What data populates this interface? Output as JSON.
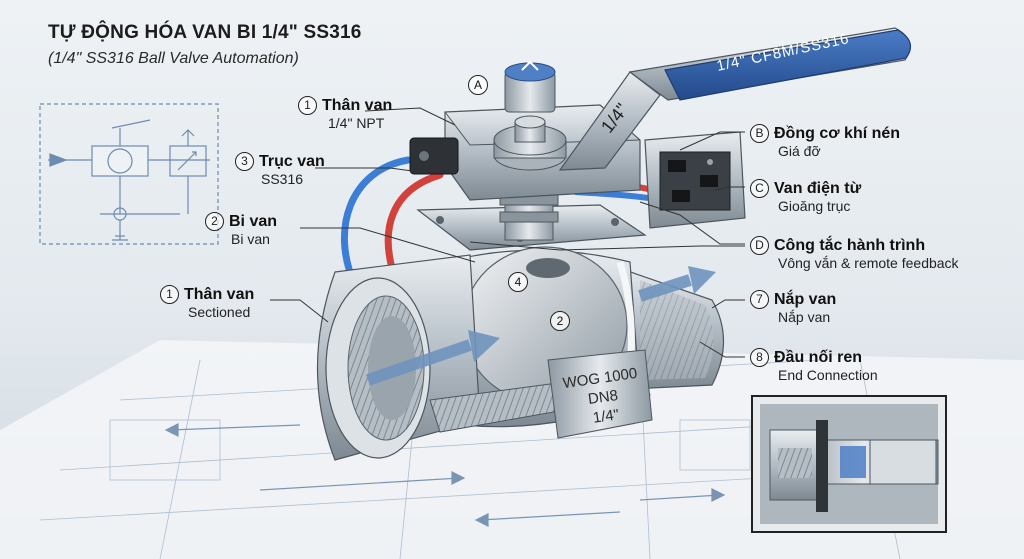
{
  "title": "TỰ ĐỘNG HÓA VAN BI 1/4\" SS316",
  "subtitle": "(1/4\" SS316 Ball Valve Automation)",
  "handle_text": "1/4\" CF8M/SS316",
  "bracket_text": "1/4\"",
  "body_marking": {
    "line1": "WOG 1000",
    "line2": "DN8",
    "line3": "1/4\""
  },
  "markers": {
    "a": "A",
    "num4": "4",
    "num2": "2"
  },
  "left_labels": [
    {
      "num": "1",
      "title": "Thân van",
      "sub": "1/4\" NPT"
    },
    {
      "num": "3",
      "title": "Trục van",
      "sub": "SS316"
    },
    {
      "num": "2",
      "title": "Bi van",
      "sub": "Bi van"
    },
    {
      "num": "1",
      "title": "Thân van",
      "sub": "Sectioned"
    }
  ],
  "right_labels": [
    {
      "num": "B",
      "title": "Đồng cơ khí nén",
      "sub": "Giá đỡ"
    },
    {
      "num": "C",
      "title": "Van điện từ",
      "sub": "Gioăng trục"
    },
    {
      "num": "D",
      "title": "Công tắc hành trình",
      "sub": "Vông vắn & remote feedback"
    },
    {
      "num": "7",
      "title": "Nắp van",
      "sub": "Nắp van"
    },
    {
      "num": "8",
      "title": "Đầu nối ren",
      "sub": "End Connection"
    }
  ],
  "colors": {
    "handle": "#2f5ea8",
    "hose_blue": "#3c7ed6",
    "hose_red": "#d2413a",
    "steel": "#b9c2ca",
    "arrow": "#6f93bd"
  }
}
